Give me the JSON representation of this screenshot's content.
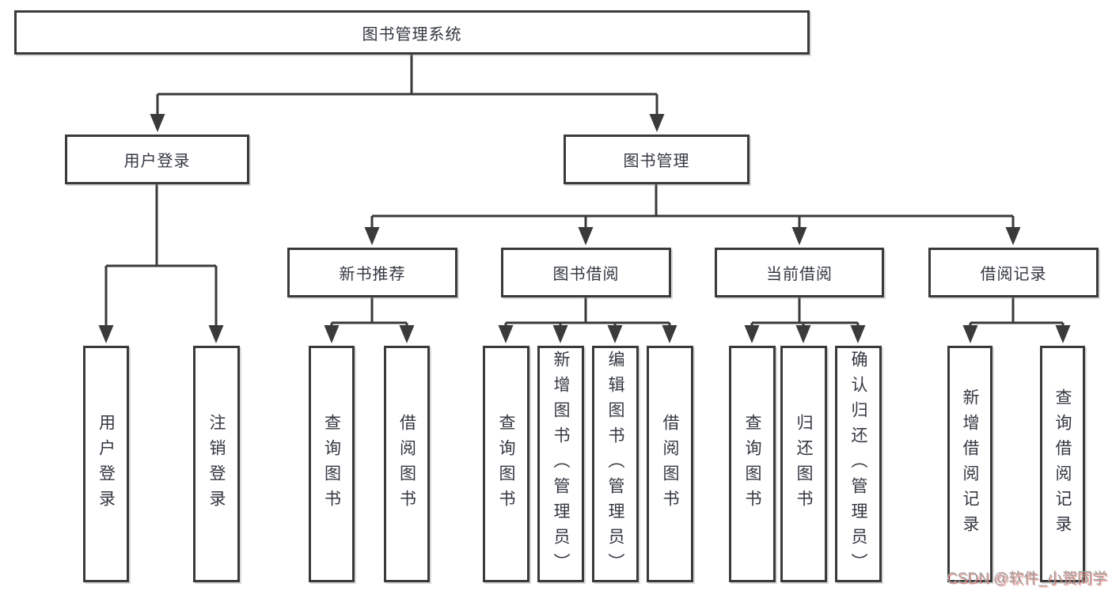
{
  "diagram_title": "图书管理系统",
  "tree": {
    "root": "图书管理系统",
    "user_branch": {
      "label": "用户登录",
      "children": [
        "用户登录",
        "注销登录"
      ]
    },
    "mgmt_branch": {
      "label": "图书管理",
      "sections": [
        {
          "label": "新书推荐",
          "children": [
            "查询图书",
            "借阅图书"
          ]
        },
        {
          "label": "图书借阅",
          "children": [
            "查询图书",
            "新增图书（管理员）",
            "编辑图书（管理员）",
            "借阅图书"
          ]
        },
        {
          "label": "当前借阅",
          "children": [
            "查询图书",
            "归还图书",
            "确认归还（管理员）"
          ]
        },
        {
          "label": "借阅记录",
          "children": [
            "新增借阅记录",
            "查询借阅记录"
          ]
        }
      ]
    }
  },
  "watermark": "CSDN @软件_小贺同学",
  "colors": {
    "line": "#3a3a3a",
    "box_border": "#3a3a3a",
    "text": "#333740",
    "background": "#ffffff",
    "watermark_gray": "#9e9e9e",
    "watermark_red": "#e8564a"
  }
}
